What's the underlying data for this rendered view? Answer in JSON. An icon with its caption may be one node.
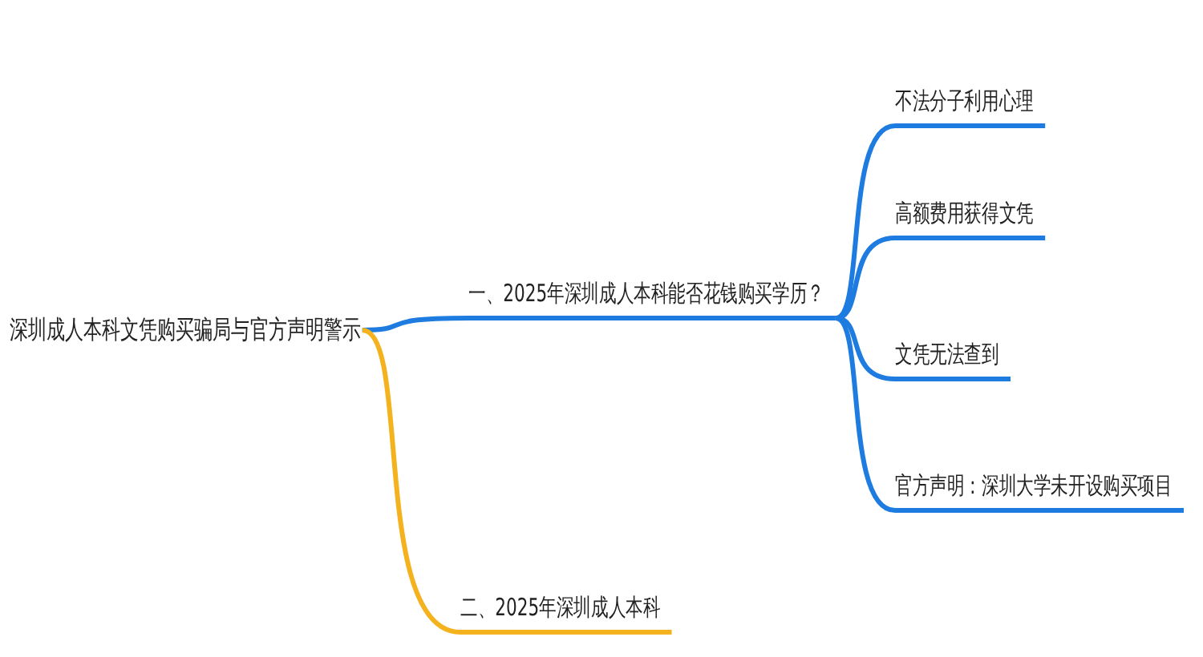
{
  "diagram": {
    "nodes": [
      {
        "text": [
          "深圳成人本科文凭购买骗局与官方声明警示"
        ]
      },
      {
        "text": [
          "一、2025年深圳成人本科能否花钱购买学历？"
        ]
      },
      {
        "text": [
          "不法分子利用心理"
        ]
      },
      {
        "text": [
          "高额费用获得文凭"
        ]
      },
      {
        "text": [
          "文凭无法查到"
        ]
      },
      {
        "text": [
          "官方声明：深圳大学未开设购买项目"
        ]
      },
      {
        "text": [
          "二、2025年深圳成人本科"
        ]
      }
    ],
    "edges": [
      {
        "from": 0,
        "to": 1,
        "arrow": "none"
      },
      {
        "from": 1,
        "to": 2,
        "arrow": "none"
      },
      {
        "from": 1,
        "to": 3,
        "arrow": "none"
      },
      {
        "from": 1,
        "to": 4,
        "arrow": "none"
      },
      {
        "from": 1,
        "to": 5,
        "arrow": "none"
      },
      {
        "from": 0,
        "to": 6,
        "arrow": "none",
        "color": "#f5b21f"
      }
    ]
  }
}
